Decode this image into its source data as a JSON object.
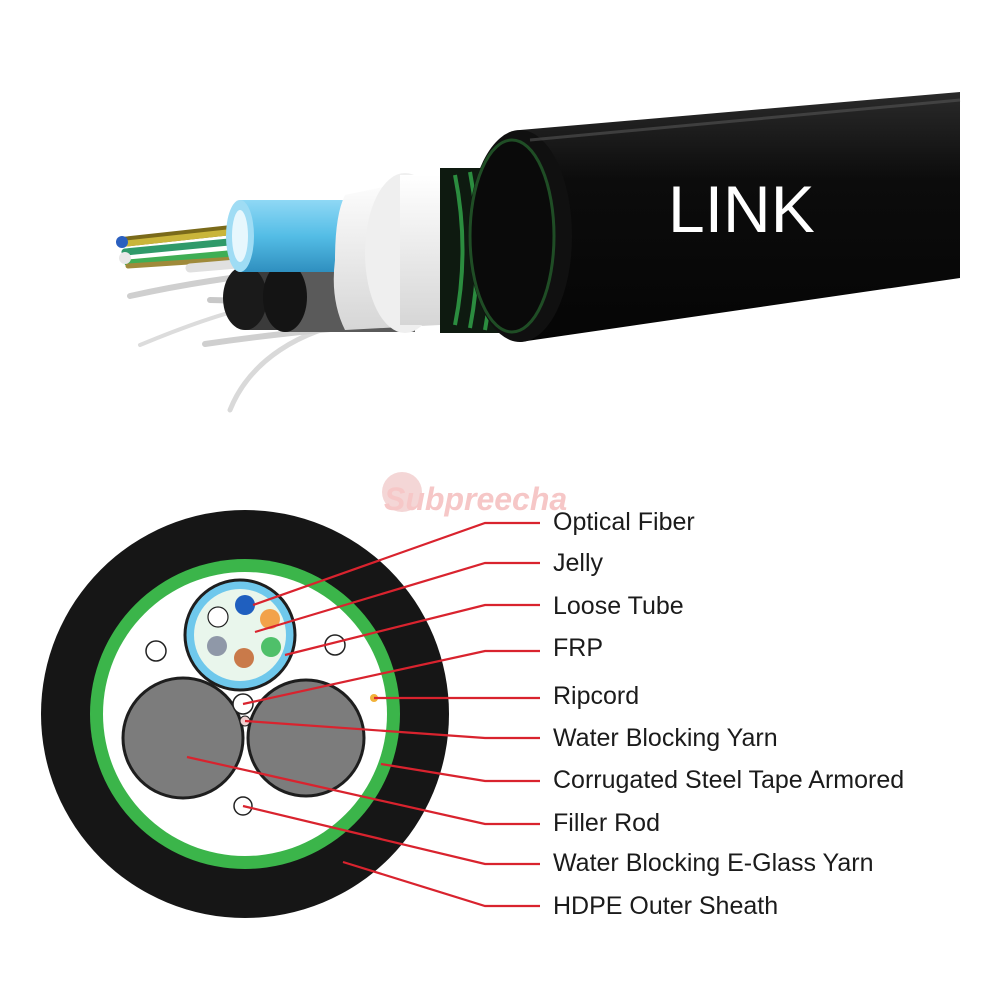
{
  "cable": {
    "brand": "LINK"
  },
  "watermark": {
    "text": "Subpreecha"
  },
  "callouts": [
    {
      "id": "optical-fiber",
      "label": "Optical Fiber"
    },
    {
      "id": "jelly",
      "label": "Jelly"
    },
    {
      "id": "loose-tube",
      "label": "Loose Tube"
    },
    {
      "id": "frp",
      "label": "FRP"
    },
    {
      "id": "ripcord",
      "label": "Ripcord"
    },
    {
      "id": "water-blocking-yarn",
      "label": "Water Blocking Yarn"
    },
    {
      "id": "corrugated-steel-tape",
      "label": "Corrugated Steel Tape Armored"
    },
    {
      "id": "filler-rod",
      "label": "Filler Rod"
    },
    {
      "id": "water-blocking-e-glass-yarn",
      "label": "Water Blocking E-Glass Yarn"
    },
    {
      "id": "hdpe-outer-sheath",
      "label": "HDPE Outer Sheath"
    }
  ],
  "colors": {
    "sheath": "#111111",
    "armor": "#3bb54a",
    "loose_tube": "#6fc8ec",
    "filler": "#777777",
    "leader": "#d9232e",
    "fiber_blue": "#1f5fbf",
    "fiber_orange": "#f2a24a",
    "fiber_green": "#4fc06a",
    "fiber_brown": "#c97a4a",
    "fiber_grey": "#8f98a8",
    "fiber_white": "#ffffff"
  }
}
